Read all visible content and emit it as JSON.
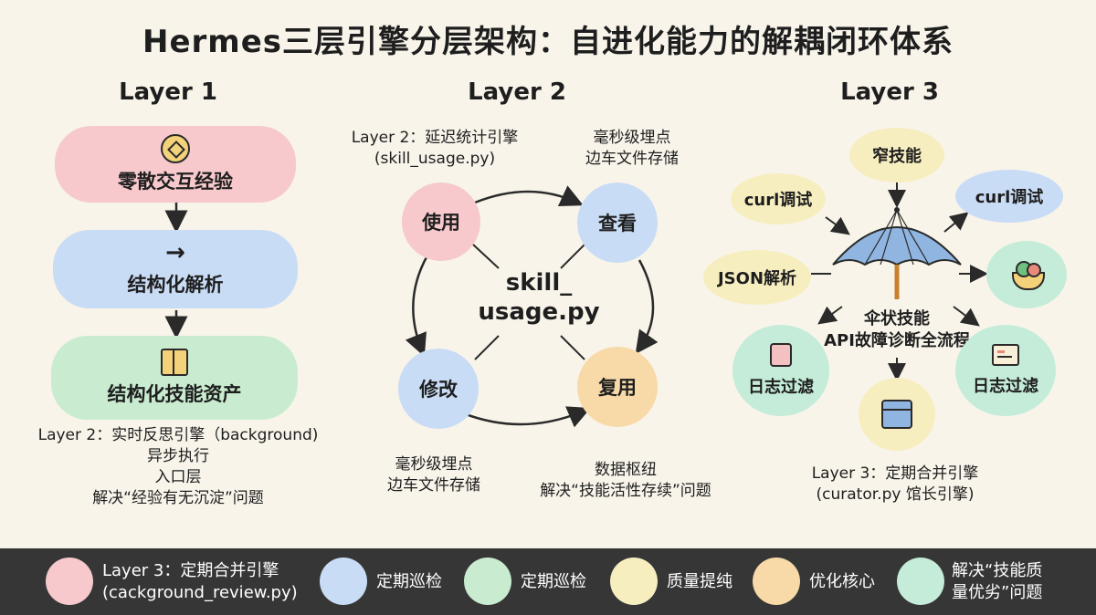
{
  "title": "Hermes三层引擎分层架构：自进化能力的解耦闭环体系",
  "colors": {
    "pink": "#f7c9cc",
    "blue": "#c9dcf5",
    "green": "#c9ecd0",
    "yellow": "#f7eec0",
    "orange": "#f8d9a8",
    "mint": "#c4ecd8"
  },
  "layer1": {
    "heading": "Layer 1",
    "steps": [
      {
        "label": "零散交互经验",
        "icon": "coin-icon"
      },
      {
        "label": "结构化解析",
        "icon": "arrow-right-icon"
      },
      {
        "label": "结构化技能资产",
        "icon": "gift-box-icon"
      }
    ],
    "note": [
      "Layer 2：实时反思引擎（background)",
      "异步执行",
      "入口层",
      "解决“经验有无沉淀”问题"
    ]
  },
  "layer2": {
    "heading": "Layer 2",
    "note_top_left": [
      "Layer 2：延迟统计引擎",
      "(skill_usage.py)"
    ],
    "note_top_right": [
      "毫秒级埋点",
      "边车文件存储"
    ],
    "nodes": [
      "使用",
      "查看",
      "修改",
      "复用"
    ],
    "center": [
      "skill_",
      "usage.py"
    ],
    "note_bottom_left": [
      "毫秒级埋点",
      "边车文件存储"
    ],
    "note_bottom_right": [
      "数据枢纽",
      "解决“技能活性存续”问题"
    ]
  },
  "layer3": {
    "heading": "Layer 3",
    "top": "窄技能",
    "left_top": "curl调试",
    "right_top": "curl调试",
    "left_mid": "JSON解析",
    "umbrella": [
      "伞状技能",
      "API故障诊断全流程"
    ],
    "bottom_left": "日志过滤",
    "bottom_right": "日志过滤",
    "note": [
      "Layer 3：定期合并引擎",
      "(curator.py 馆长引擎)"
    ]
  },
  "legend": [
    {
      "color": "#f7c9cc",
      "text": [
        "Layer 3：定期合并引擎",
        "(cackground_review.py)"
      ]
    },
    {
      "color": "#c9dcf5",
      "text": [
        "定期巡检"
      ]
    },
    {
      "color": "#c9ecd0",
      "text": [
        "定期巡检"
      ]
    },
    {
      "color": "#f7eec0",
      "text": [
        "质量提纯"
      ]
    },
    {
      "color": "#f8d9a8",
      "text": [
        "优化核心"
      ]
    },
    {
      "color": "#c4ecd8",
      "text": [
        "解决“技能质",
        "量优劣”问题"
      ]
    }
  ]
}
